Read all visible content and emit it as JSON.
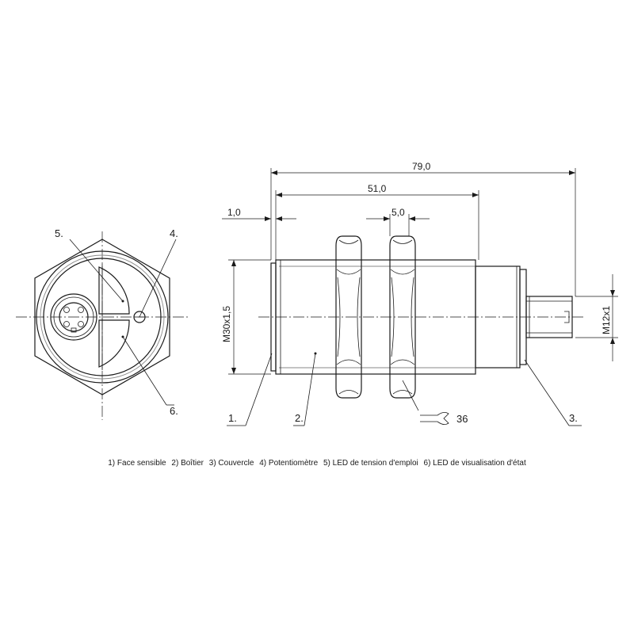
{
  "dimensions": {
    "overall_length": "79,0",
    "body_length": "51,0",
    "face_offset": "1,0",
    "nut_thickness": "5,0",
    "thread_body": "M30x1,5",
    "thread_connector": "M12x1",
    "wrench_size": "36"
  },
  "callouts": {
    "face": "1.",
    "housing": "2.",
    "cover": "3.",
    "potentiometer": "4.",
    "led_power": "5.",
    "led_status": "6."
  },
  "legend": [
    "1) Face sensible",
    "2) Boîtier",
    "3) Couvercle",
    "4) Potentiomètre",
    "5) LED de tension d'emploi",
    "6) LED de visualisation d'état"
  ]
}
